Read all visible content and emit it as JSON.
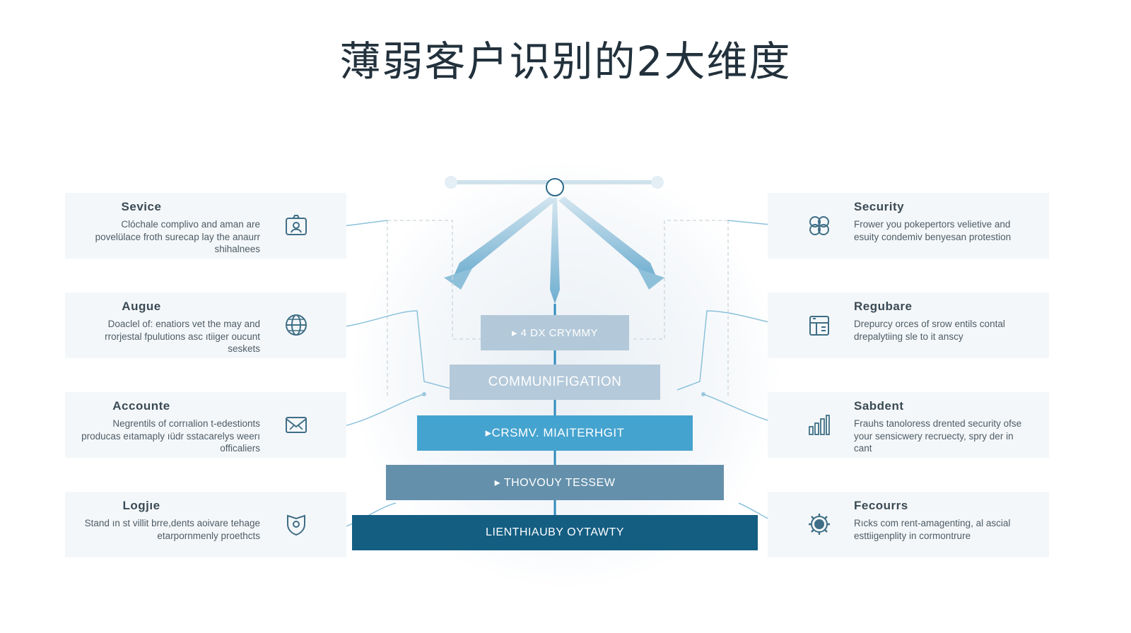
{
  "title": "薄弱客户识别的2大维度",
  "left_cards": [
    {
      "title": "Sevice",
      "desc": "Clóchale complivo and aman are povelülace froth surecap lay the anaurr shihalnees",
      "icon": "profile-icon"
    },
    {
      "title": "Augue",
      "desc": "Doaclel of: enatiors vet the may and rrorjestal fpulutions asc ıtiiger oucunt seskets",
      "icon": "globe-icon"
    },
    {
      "title": "Accounte",
      "desc": "Negrentils of corrıalion t-edestionts producas eıtamaply ıüdr sstacarelys weerı officaliers",
      "icon": "mail-icon"
    },
    {
      "title": "Logjıe",
      "desc": "Stand ın st villit brre,dents aoivare tehage etarpornmenly proethcts",
      "icon": "shield-icon"
    }
  ],
  "right_cards": [
    {
      "title": "Security",
      "desc": "Frower you pokepertors velietive and esuity condemiv benyesan protestion",
      "icon": "puzzle-icon"
    },
    {
      "title": "Regubare",
      "desc": "Drepurcy orces of srow entils contal drepalytiing sle to it ansсy",
      "icon": "building-icon"
    },
    {
      "title": "Sabdent",
      "desc": "Frauhs tanoloress drented security ofse your sensicwery recruecty, spry der in cant",
      "icon": "bar-chart-icon"
    },
    {
      "title": "Fecourrs",
      "desc": "Rıcks com rent-amagenting, al ascial esttiigenplity in cormontrure",
      "icon": "gear-icon"
    }
  ],
  "layers": [
    {
      "label": "▸ 4 DX CRYMMY",
      "color": "#b3c9d9",
      "size": "15"
    },
    {
      "label": "COMMUNIFIGATION",
      "color": "#b4c9da",
      "size": "19"
    },
    {
      "label": "▸CRSMV. MIAITERHGIT",
      "color": "#45a3cf",
      "size": "17"
    },
    {
      "label": "▸ THOVOUY TESSEW",
      "color": "#6490ab",
      "size": "16"
    },
    {
      "label": "LIENTHIAUBY OYTAWTY",
      "color": "#145e82",
      "size": "16"
    }
  ]
}
